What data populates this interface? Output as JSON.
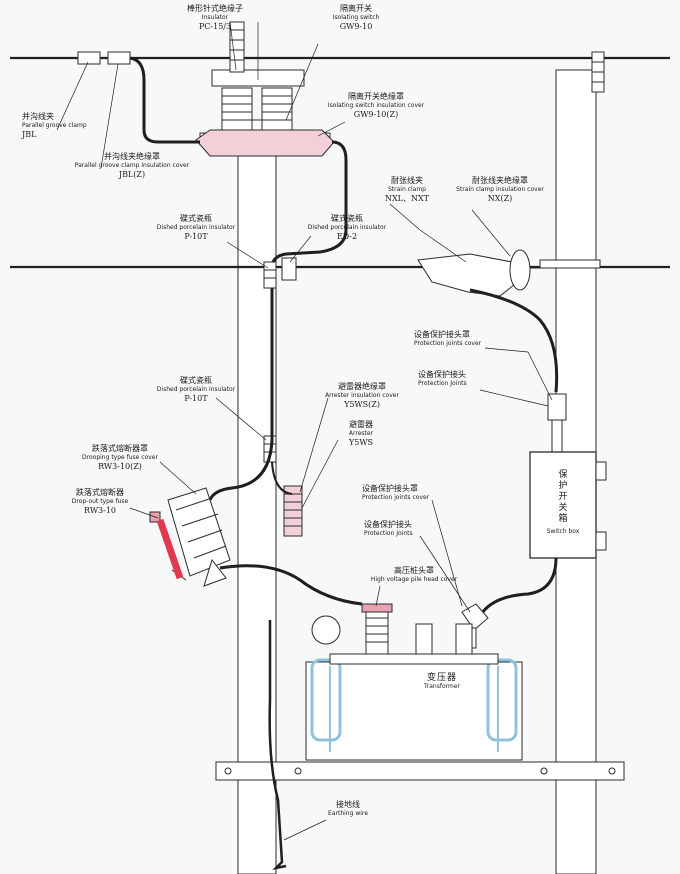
{
  "labels": {
    "post_insulator": {
      "cn": "棒形针式绝缘子",
      "en": "Insulator",
      "model": "PC-15/3"
    },
    "isolating_switch": {
      "cn": "隔离开关",
      "en": "Isolating switch",
      "model": "GW9-10"
    },
    "switch_cover": {
      "cn": "隔离开关绝缘罩",
      "en": "Isolating switch insulation cover",
      "model": "GW9-10(Z)"
    },
    "groove_clamp": {
      "cn": "并沟线夹",
      "en": "Parallel groove clamp",
      "model": "JBL"
    },
    "groove_clamp_cover": {
      "cn": "并沟线夹绝缘罩",
      "en": "Parallel groove clamp insulation cover",
      "model": "JBL(Z)"
    },
    "strain_clamp": {
      "cn": "耐张线夹",
      "en": "Strain clamp",
      "model": "NXL、NXT"
    },
    "strain_clamp_cover": {
      "cn": "耐张线夹绝缘罩",
      "en": "Strain clamp insulation cover",
      "model": "NX(Z)"
    },
    "dished_insulator_1": {
      "cn": "碟式瓷瓶",
      "en": "Dished  porcelain insulator",
      "model": "P-10T"
    },
    "dished_insulator_2": {
      "cn": "碟式瓷瓶",
      "en": "Dished porcelain insulator",
      "model": "ED-2"
    },
    "protection_cover_1": {
      "cn": "设备保护接头罩",
      "en": "Protection joints cover"
    },
    "protection_joint_1": {
      "cn": "设备保护接头",
      "en": "Protection Joints"
    },
    "dished_insulator_3": {
      "cn": "碟式瓷瓶",
      "en": "Dished porcelain insulator",
      "model": "P-10T"
    },
    "arrester_cover": {
      "cn": "避雷器绝缘罩",
      "en": "Arrester insulation cover",
      "model": "Y5WS(Z)"
    },
    "arrester": {
      "cn": "避雷器",
      "en": "Arrester",
      "model": "Y5WS"
    },
    "fuse_cover": {
      "cn": "跌落式熔断器罩",
      "en": "Drooping type fuse cover",
      "model": "RW3-10(Z)"
    },
    "fuse": {
      "cn": "跌落式熔断器",
      "en": "Drop-out type fuse",
      "model": "RW3-10"
    },
    "protection_cover_2": {
      "cn": "设备保护接头罩",
      "en": "Protection joints cover"
    },
    "protection_joint_2": {
      "cn": "设备保护接头",
      "en": "Protection Joints"
    },
    "hv_pile_cover": {
      "cn": "高压桩头罩",
      "en": "High voltage pile head cover"
    },
    "transformer": {
      "cn": "变压器",
      "en": "Transformer"
    },
    "switch_box": {
      "cn": "保护开关箱",
      "en": "Switch box"
    },
    "earthing_wire": {
      "cn": "接地线",
      "en": "Earthing wire"
    }
  },
  "colors": {
    "line": "#1f1f1f",
    "equipment": "#2b2b2b",
    "cover_pink": "#e8a2b2",
    "fuse_red": "#e03a4e",
    "transformer_blue": "#8fc3dd",
    "pole_fill": "#ffffff"
  }
}
